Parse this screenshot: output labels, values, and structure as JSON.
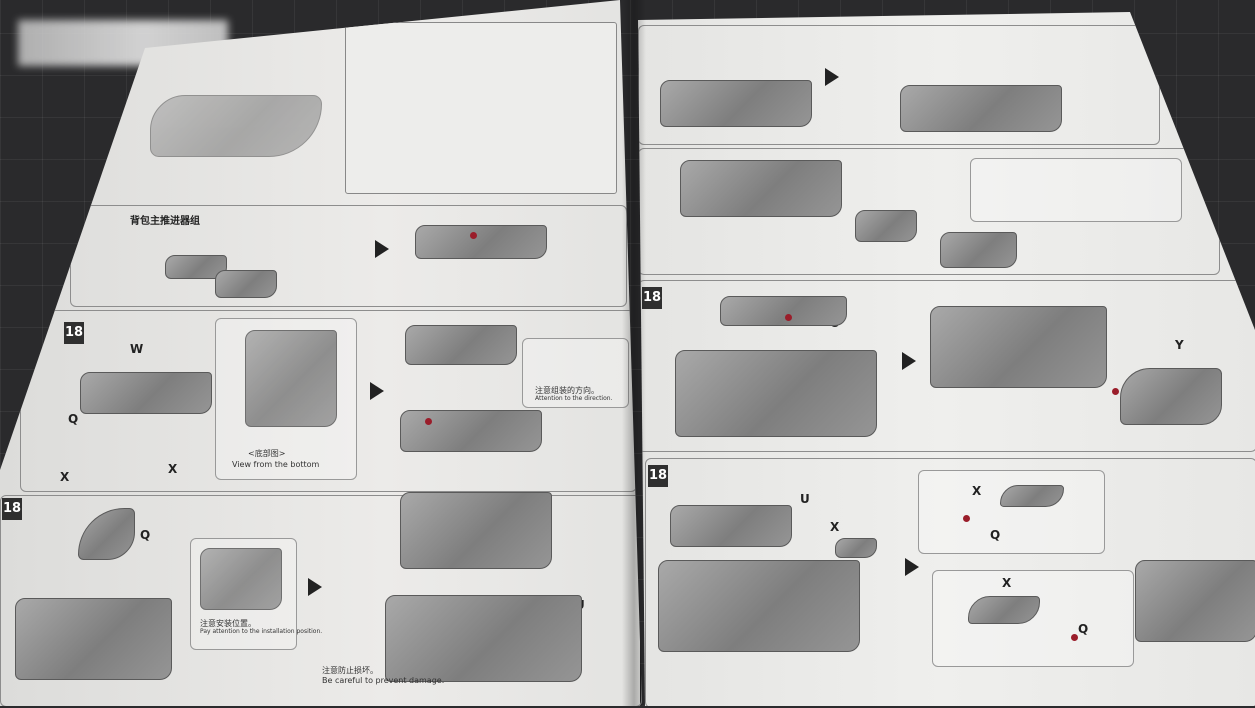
{
  "instruction_text": {
    "left_page": {
      "step_17": {
        "title": "背包主推进器组"
      },
      "step_18_top": {
        "number": "18",
        "part_labels": [
          "W",
          "Q",
          "X",
          "X"
        ],
        "view_caption_cn": "<底部图>",
        "view_caption_en": "View from the bottom",
        "note_cn": "注意组装的方向。",
        "note_en": "Attention to the direction."
      },
      "step_18_bottom": {
        "number": "18",
        "part_labels": [
          "Q",
          "U"
        ],
        "note1_cn": "注意安装位置。",
        "note1_en": "Pay attention to the installation position.",
        "note2_cn": "注意防止损坏。",
        "note2_en": "Be careful to prevent damage."
      }
    },
    "right_page": {
      "step_18_a": {
        "number": "18",
        "part_labels": [
          "U",
          "Y"
        ]
      },
      "step_18_b": {
        "number": "18",
        "part_labels": [
          "U",
          "X",
          "X",
          "Q",
          "X",
          "Q"
        ]
      }
    }
  }
}
